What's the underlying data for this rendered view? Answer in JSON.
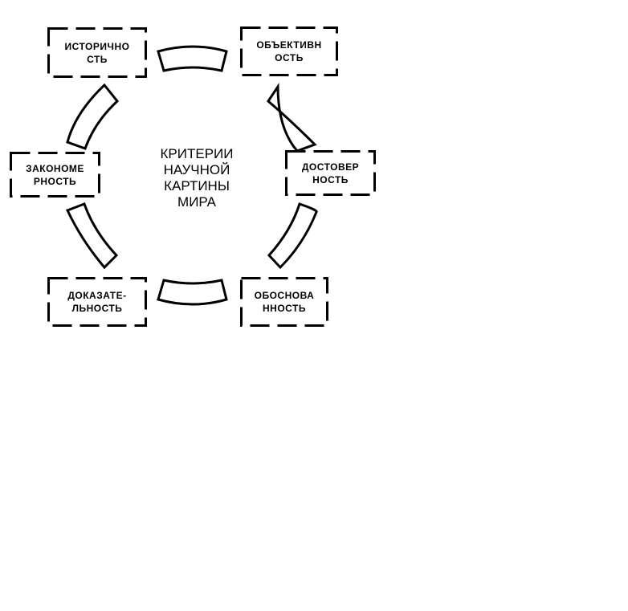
{
  "diagram": {
    "center_title": {
      "lines": [
        "КРИТЕРИИ",
        "НАУЧНОЙ",
        "КАРТИНЫ",
        "МИРА"
      ]
    },
    "criteria": [
      {
        "id": "historicity",
        "lines": [
          "ИСТОРИЧНО",
          "СТЬ"
        ]
      },
      {
        "id": "objectivity",
        "lines": [
          "ОБЪЕКТИВН",
          "ОСТЬ"
        ]
      },
      {
        "id": "reliability",
        "lines": [
          "ДОСТОВЕР",
          "НОСТЬ"
        ]
      },
      {
        "id": "validity",
        "lines": [
          "ОБОСНОВА",
          "ННОСТЬ"
        ]
      },
      {
        "id": "provability",
        "lines": [
          "ДОКАЗАТЕ-",
          "ЛЬНОСТЬ"
        ]
      },
      {
        "id": "regularity",
        "lines": [
          "ЗАКОНОМЕ",
          "РНОСТЬ"
        ]
      }
    ],
    "colors": {
      "stroke": "#000000",
      "background": "#ffffff",
      "connector_fill": "#ffffff"
    }
  }
}
